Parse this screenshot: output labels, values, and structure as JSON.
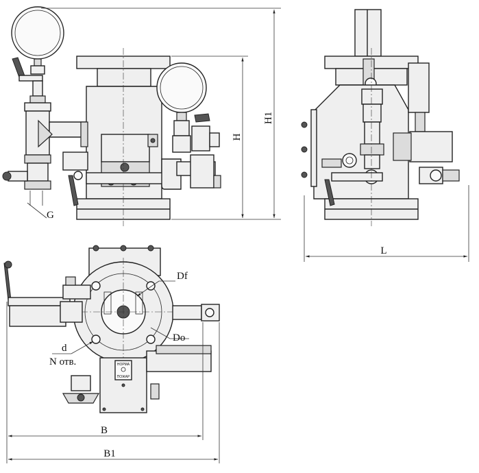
{
  "drawing": {
    "title": "Valve assembly technical drawing",
    "dimensions": {
      "H1": "H1",
      "H": "H",
      "G": "G",
      "L": "L",
      "B": "B",
      "B1": "B1",
      "Df": "Df",
      "Do": "Do",
      "d": "d",
      "N": "N отв."
    },
    "nameplate": {
      "line1": "НОРМА",
      "line2": "ПОЖАР"
    },
    "colors": {
      "line": "#222222",
      "fill": "#efefef",
      "shade": "#dcdcdc"
    }
  }
}
